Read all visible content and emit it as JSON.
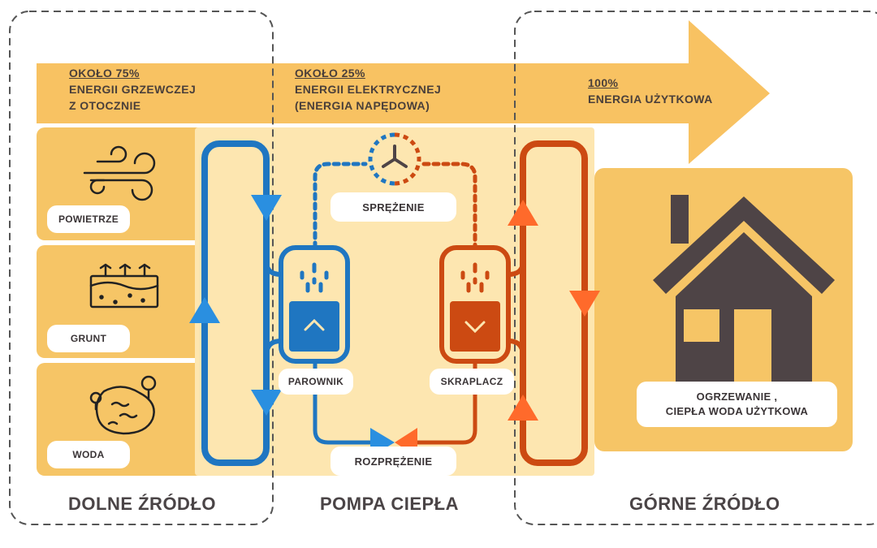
{
  "colors": {
    "band": "#f8c262",
    "panel": "#f6c566",
    "pump_bg": "#fde6b0",
    "cold": "#1f76c1",
    "cold_arrow": "#2a8fe0",
    "hot": "#cc4a12",
    "hot_arrow": "#ff6a2b",
    "house": "#4e4446"
  },
  "band": {
    "segment1": {
      "percent": "OKOŁO 75%",
      "line1": "ENERGII GRZEWCZEJ",
      "line2": "Z OTOCZNIE"
    },
    "segment2": {
      "percent": "OKOŁO 25%",
      "line1": "ENERGII ELEKTRYCZNEJ",
      "line2": "(ENERGIA NAPĘDOWA)"
    },
    "segment3": {
      "percent": "100%",
      "line1": "ENERGIA UŻYTKOWA"
    }
  },
  "sources": [
    {
      "label": "POWIETRZE",
      "icon": "wind-icon"
    },
    {
      "label": "GRUNT",
      "icon": "ground-icon"
    },
    {
      "label": "WODA",
      "icon": "pond-icon"
    }
  ],
  "pump": {
    "compression": "SPRĘŻENIE",
    "expansion": "ROZPRĘŻENIE",
    "evaporator": "PAROWNIK",
    "condenser": "SKRAPLACZ"
  },
  "house": {
    "line1": "OGRZEWANIE ,",
    "line2": "CIEPŁA WODA UŻYTKOWA",
    "icon": "house-icon"
  },
  "sections": {
    "lower": "DOLNE ŹRÓDŁO",
    "pump": "POMPA CIEPŁA",
    "upper": "GÓRNE ŹRÓDŁO"
  }
}
